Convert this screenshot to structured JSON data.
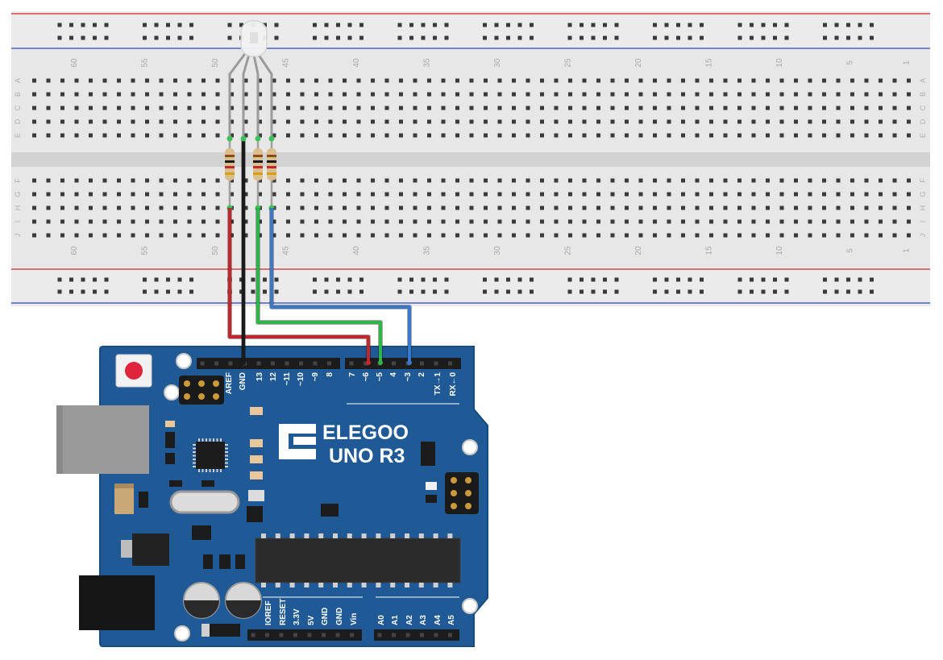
{
  "breadboard": {
    "column_numbers": [
      "60",
      "55",
      "50",
      "45",
      "40",
      "35",
      "30",
      "25",
      "20",
      "15",
      "10",
      "5",
      "1"
    ],
    "upper_row_letters": [
      "A",
      "B",
      "C",
      "D",
      "E"
    ],
    "lower_row_letters": [
      "F",
      "G",
      "H",
      "I",
      "J"
    ]
  },
  "board": {
    "brand": "ELEGOO",
    "model": "UNO R3",
    "digital_labels": [
      "AREF",
      "GND",
      "13",
      "12",
      "~11",
      "~10",
      "~9",
      "8",
      "7",
      "~6",
      "~5",
      "4",
      "~3",
      "2",
      "TX→1",
      "RX←0"
    ],
    "power_labels": [
      "IOREF",
      "RESET",
      "3.3V",
      "5V",
      "GND",
      "GND",
      "Vin"
    ],
    "analog_labels": [
      "A0",
      "A1",
      "A2",
      "A3",
      "A4",
      "A5"
    ]
  },
  "wires": [
    {
      "name": "red-wire",
      "color": "#c1272d"
    },
    {
      "name": "black-wire",
      "color": "#1a1a1a"
    },
    {
      "name": "green-wire",
      "color": "#2fb34a"
    },
    {
      "name": "blue-wire",
      "color": "#3a78c9"
    }
  ],
  "colors": {
    "board_blue": "#1f5a96",
    "rail_red": "#d64545",
    "rail_blue": "#4a5fc9",
    "breadboard": "#e6e6e6"
  }
}
